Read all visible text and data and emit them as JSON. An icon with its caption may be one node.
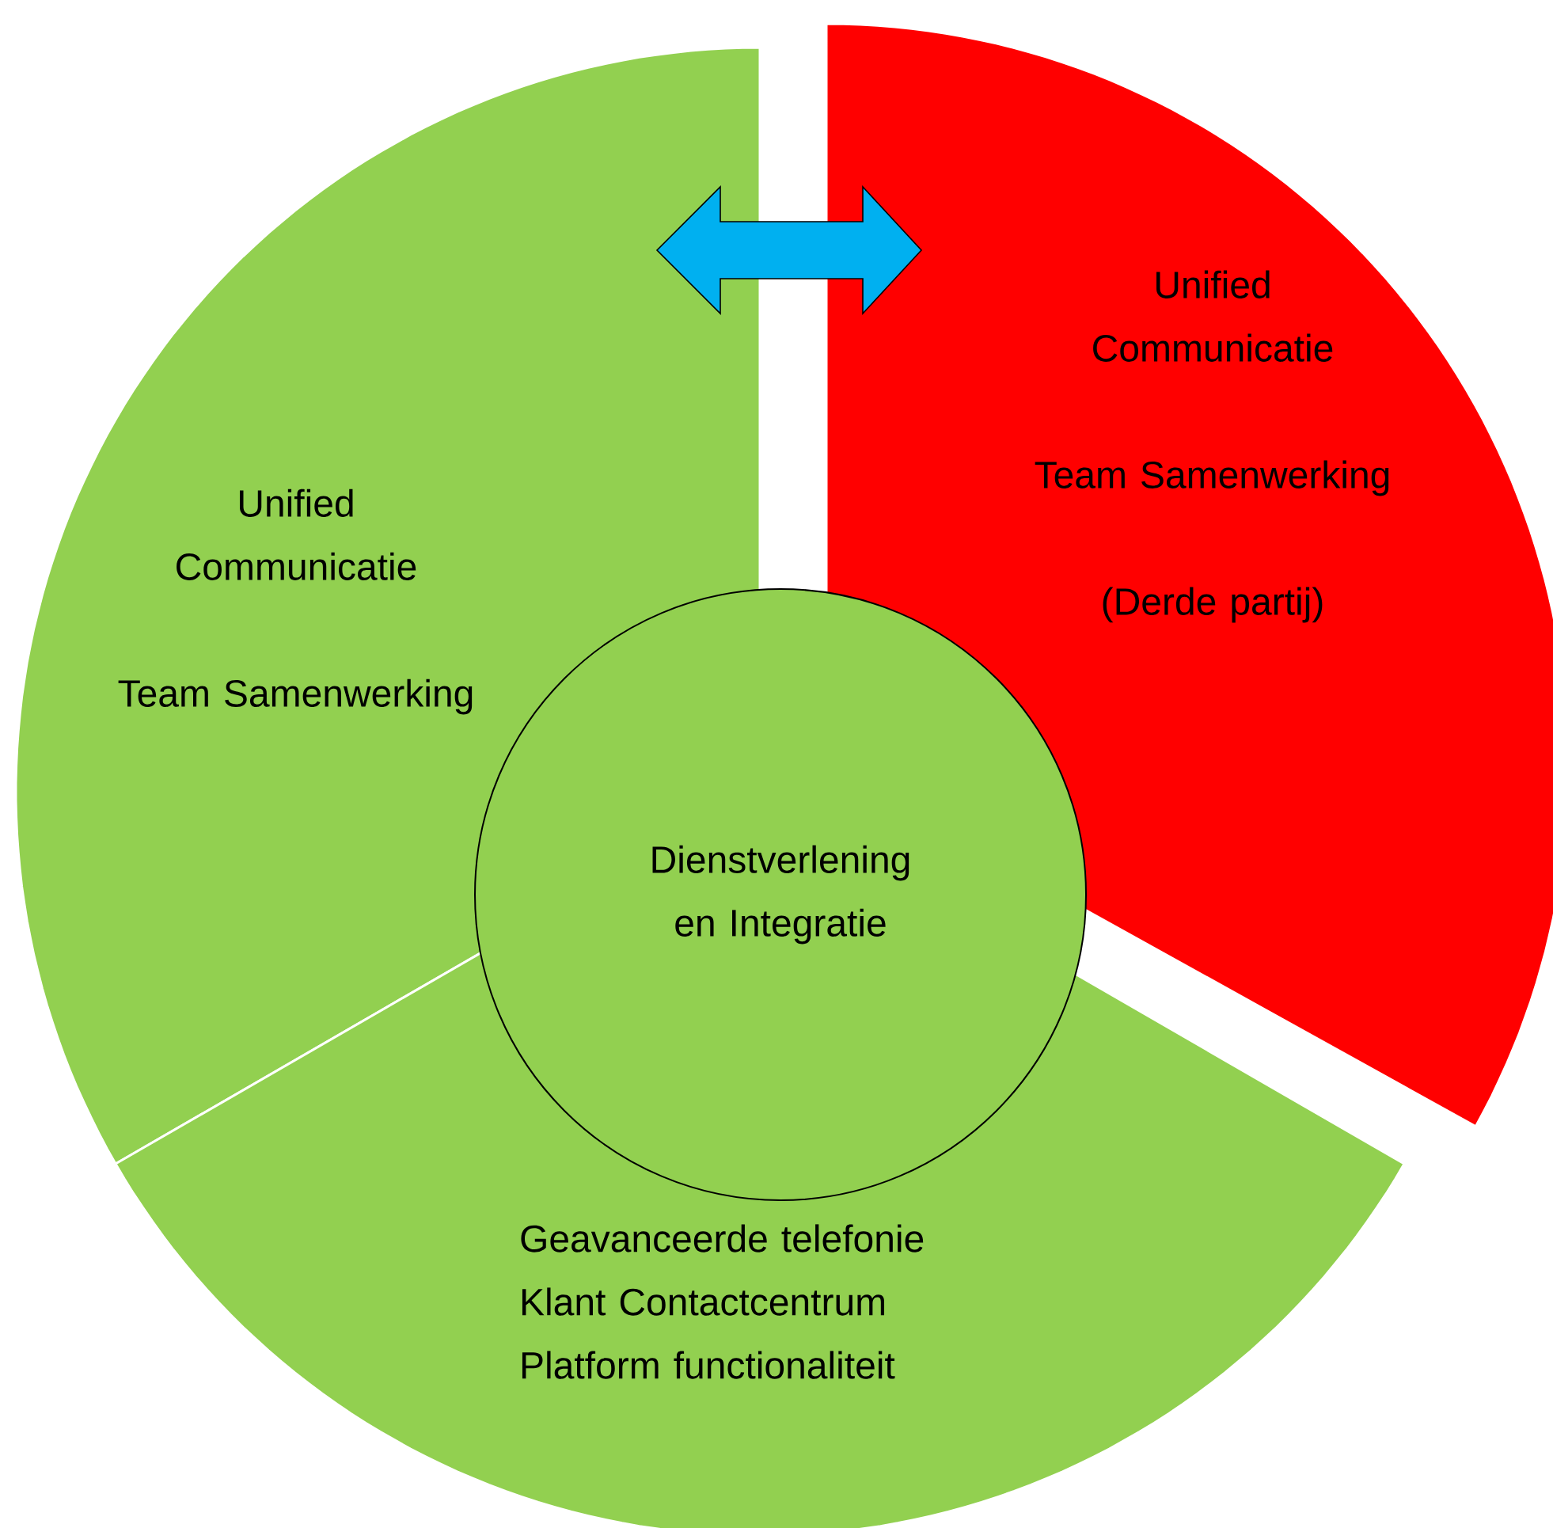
{
  "diagram": {
    "nodes": [
      {
        "text": [
          "Unified Communicatie",
          "Team Samenwerking"
        ]
      },
      {
        "text": [
          "Unified Communicatie",
          "Team Samenwerking",
          "(Derde partij)"
        ]
      },
      {
        "text": [
          "Dienstverlening en Integratie"
        ]
      },
      {
        "text": [
          "Geavanceerde telefonie",
          "Klant Contactcentrum",
          "Platform functionaliteit"
        ]
      }
    ],
    "edges": [
      {
        "from": 0,
        "to": 1,
        "arrow": "both"
      }
    ]
  }
}
